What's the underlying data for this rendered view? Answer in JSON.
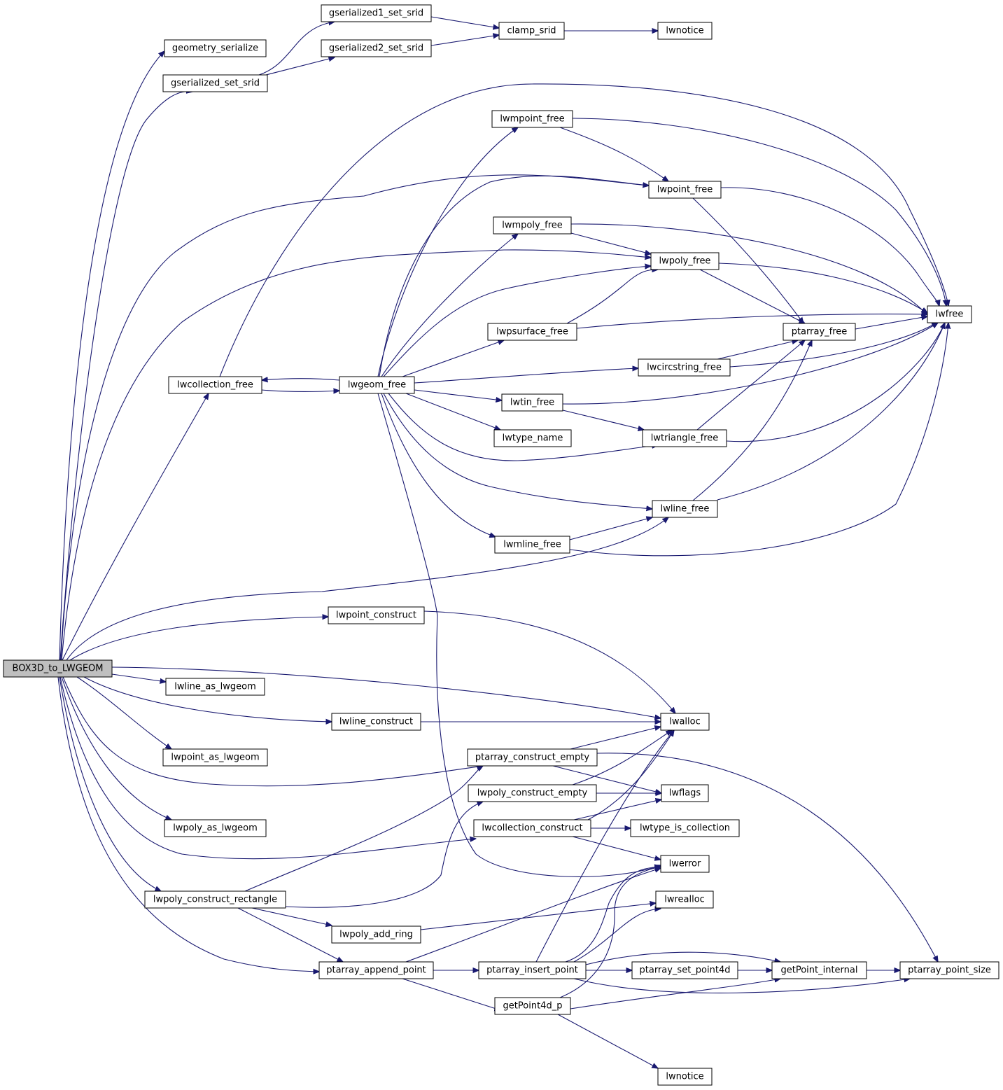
{
  "graph": {
    "root": "BOX3D_to_LWGEOM",
    "edge_color": "#191970",
    "root_fill": "#bfbfbf",
    "nodes": [
      {
        "id": "box3d",
        "label": "BOX3D_to_LWGEOM"
      },
      {
        "id": "geometry_serialize",
        "label": "geometry_serialize"
      },
      {
        "id": "gserialized_set_srid",
        "label": "gserialized_set_srid"
      },
      {
        "id": "gserialized1_set_srid",
        "label": "gserialized1_set_srid"
      },
      {
        "id": "gserialized2_set_srid",
        "label": "gserialized2_set_srid"
      },
      {
        "id": "clamp_srid",
        "label": "clamp_srid"
      },
      {
        "id": "lwnotice_top",
        "label": "lwnotice"
      },
      {
        "id": "lwmpoint_free",
        "label": "lwmpoint_free"
      },
      {
        "id": "lwpoint_free",
        "label": "lwpoint_free"
      },
      {
        "id": "lwmpoly_free",
        "label": "lwmpoly_free"
      },
      {
        "id": "lwpoly_free",
        "label": "lwpoly_free"
      },
      {
        "id": "lwfree",
        "label": "lwfree"
      },
      {
        "id": "lwpsurface_free",
        "label": "lwpsurface_free"
      },
      {
        "id": "ptarray_free",
        "label": "ptarray_free"
      },
      {
        "id": "lwcollection_free",
        "label": "lwcollection_free"
      },
      {
        "id": "lwgeom_free",
        "label": "lwgeom_free"
      },
      {
        "id": "lwcircstring_free",
        "label": "lwcircstring_free"
      },
      {
        "id": "lwtin_free",
        "label": "lwtin_free"
      },
      {
        "id": "lwtype_name",
        "label": "lwtype_name"
      },
      {
        "id": "lwtriangle_free",
        "label": "lwtriangle_free"
      },
      {
        "id": "lwline_free",
        "label": "lwline_free"
      },
      {
        "id": "lwmline_free",
        "label": "lwmline_free"
      },
      {
        "id": "lwpoint_construct",
        "label": "lwpoint_construct"
      },
      {
        "id": "lwline_as_lwgeom",
        "label": "lwline_as_lwgeom"
      },
      {
        "id": "lwline_construct",
        "label": "lwline_construct"
      },
      {
        "id": "lwalloc",
        "label": "lwalloc"
      },
      {
        "id": "lwpoint_as_lwgeom",
        "label": "lwpoint_as_lwgeom"
      },
      {
        "id": "ptarray_construct_empty",
        "label": "ptarray_construct_empty"
      },
      {
        "id": "lwpoly_construct_empty",
        "label": "lwpoly_construct_empty"
      },
      {
        "id": "lwflags",
        "label": "lwflags"
      },
      {
        "id": "lwpoly_as_lwgeom",
        "label": "lwpoly_as_lwgeom"
      },
      {
        "id": "lwcollection_construct",
        "label": "lwcollection_construct"
      },
      {
        "id": "lwtype_is_collection",
        "label": "lwtype_is_collection"
      },
      {
        "id": "lwerror",
        "label": "lwerror"
      },
      {
        "id": "lwpoly_construct_rectangle",
        "label": "lwpoly_construct_rectangle"
      },
      {
        "id": "lwrealloc",
        "label": "lwrealloc"
      },
      {
        "id": "lwpoly_add_ring",
        "label": "lwpoly_add_ring"
      },
      {
        "id": "ptarray_append_point",
        "label": "ptarray_append_point"
      },
      {
        "id": "ptarray_insert_point",
        "label": "ptarray_insert_point"
      },
      {
        "id": "ptarray_set_point4d",
        "label": "ptarray_set_point4d"
      },
      {
        "id": "getPoint_internal",
        "label": "getPoint_internal"
      },
      {
        "id": "ptarray_point_size",
        "label": "ptarray_point_size"
      },
      {
        "id": "getPoint4d_p",
        "label": "getPoint4d_p"
      },
      {
        "id": "lwnotice_bottom",
        "label": "lwnotice"
      }
    ],
    "edges": [
      {
        "from": "box3d",
        "to": "geometry_serialize"
      },
      {
        "from": "box3d",
        "to": "gserialized_set_srid"
      },
      {
        "from": "box3d",
        "to": "lwpoint_free"
      },
      {
        "from": "box3d",
        "to": "lwpoly_free"
      },
      {
        "from": "box3d",
        "to": "lwcollection_free"
      },
      {
        "from": "box3d",
        "to": "lwline_free"
      },
      {
        "from": "box3d",
        "to": "lwpoint_construct"
      },
      {
        "from": "box3d",
        "to": "lwalloc"
      },
      {
        "from": "box3d",
        "to": "lwline_as_lwgeom"
      },
      {
        "from": "box3d",
        "to": "lwline_construct"
      },
      {
        "from": "box3d",
        "to": "lwpoint_as_lwgeom"
      },
      {
        "from": "box3d",
        "to": "ptarray_construct_empty"
      },
      {
        "from": "box3d",
        "to": "lwpoly_as_lwgeom"
      },
      {
        "from": "box3d",
        "to": "lwcollection_construct"
      },
      {
        "from": "box3d",
        "to": "lwpoly_construct_rectangle"
      },
      {
        "from": "box3d",
        "to": "ptarray_append_point"
      },
      {
        "from": "gserialized_set_srid",
        "to": "gserialized1_set_srid"
      },
      {
        "from": "gserialized_set_srid",
        "to": "gserialized2_set_srid"
      },
      {
        "from": "gserialized1_set_srid",
        "to": "clamp_srid"
      },
      {
        "from": "gserialized2_set_srid",
        "to": "clamp_srid"
      },
      {
        "from": "clamp_srid",
        "to": "lwnotice_top"
      },
      {
        "from": "lwcollection_free",
        "to": "lwfree"
      },
      {
        "from": "lwcollection_free",
        "to": "lwgeom_free"
      },
      {
        "from": "lwgeom_free",
        "to": "lwcollection_free"
      },
      {
        "from": "lwgeom_free",
        "to": "lwmpoint_free"
      },
      {
        "from": "lwgeom_free",
        "to": "lwpoint_free"
      },
      {
        "from": "lwgeom_free",
        "to": "lwmpoly_free"
      },
      {
        "from": "lwgeom_free",
        "to": "lwpoly_free"
      },
      {
        "from": "lwgeom_free",
        "to": "lwpsurface_free"
      },
      {
        "from": "lwgeom_free",
        "to": "lwcircstring_free"
      },
      {
        "from": "lwgeom_free",
        "to": "lwtin_free"
      },
      {
        "from": "lwgeom_free",
        "to": "lwtype_name"
      },
      {
        "from": "lwgeom_free",
        "to": "lwtriangle_free"
      },
      {
        "from": "lwgeom_free",
        "to": "lwline_free"
      },
      {
        "from": "lwgeom_free",
        "to": "lwmline_free"
      },
      {
        "from": "lwgeom_free",
        "to": "lwerror"
      },
      {
        "from": "lwmpoint_free",
        "to": "lwpoint_free"
      },
      {
        "from": "lwmpoint_free",
        "to": "lwfree"
      },
      {
        "from": "lwpoint_free",
        "to": "lwfree"
      },
      {
        "from": "lwpoint_free",
        "to": "ptarray_free"
      },
      {
        "from": "lwmpoly_free",
        "to": "lwpoly_free"
      },
      {
        "from": "lwmpoly_free",
        "to": "lwfree"
      },
      {
        "from": "lwpoly_free",
        "to": "ptarray_free"
      },
      {
        "from": "lwpoly_free",
        "to": "lwfree"
      },
      {
        "from": "lwpsurface_free",
        "to": "lwpoly_free"
      },
      {
        "from": "lwpsurface_free",
        "to": "lwfree"
      },
      {
        "from": "ptarray_free",
        "to": "lwfree"
      },
      {
        "from": "lwcircstring_free",
        "to": "ptarray_free"
      },
      {
        "from": "lwcircstring_free",
        "to": "lwfree"
      },
      {
        "from": "lwtin_free",
        "to": "lwtriangle_free"
      },
      {
        "from": "lwtin_free",
        "to": "lwfree"
      },
      {
        "from": "lwtriangle_free",
        "to": "ptarray_free"
      },
      {
        "from": "lwtriangle_free",
        "to": "lwfree"
      },
      {
        "from": "lwline_free",
        "to": "ptarray_free"
      },
      {
        "from": "lwline_free",
        "to": "lwfree"
      },
      {
        "from": "lwmline_free",
        "to": "lwline_free"
      },
      {
        "from": "lwmline_free",
        "to": "lwfree"
      },
      {
        "from": "lwpoint_construct",
        "to": "lwalloc"
      },
      {
        "from": "lwline_construct",
        "to": "lwalloc"
      },
      {
        "from": "ptarray_construct_empty",
        "to": "lwalloc"
      },
      {
        "from": "ptarray_construct_empty",
        "to": "lwflags"
      },
      {
        "from": "ptarray_construct_empty",
        "to": "ptarray_point_size"
      },
      {
        "from": "lwpoly_construct_empty",
        "to": "lwalloc"
      },
      {
        "from": "lwpoly_construct_empty",
        "to": "lwflags"
      },
      {
        "from": "lwcollection_construct",
        "to": "lwalloc"
      },
      {
        "from": "lwcollection_construct",
        "to": "lwflags"
      },
      {
        "from": "lwcollection_construct",
        "to": "lwtype_is_collection"
      },
      {
        "from": "lwcollection_construct",
        "to": "lwerror"
      },
      {
        "from": "lwpoly_construct_rectangle",
        "to": "ptarray_construct_empty"
      },
      {
        "from": "lwpoly_construct_rectangle",
        "to": "lwpoly_construct_empty"
      },
      {
        "from": "lwpoly_construct_rectangle",
        "to": "lwpoly_add_ring"
      },
      {
        "from": "lwpoly_construct_rectangle",
        "to": "ptarray_append_point"
      },
      {
        "from": "lwpoly_add_ring",
        "to": "lwrealloc"
      },
      {
        "from": "ptarray_append_point",
        "to": "lwerror"
      },
      {
        "from": "ptarray_append_point",
        "to": "ptarray_insert_point"
      },
      {
        "from": "ptarray_append_point",
        "to": "getPoint4d_p"
      },
      {
        "from": "ptarray_insert_point",
        "to": "lwalloc"
      },
      {
        "from": "ptarray_insert_point",
        "to": "lwerror"
      },
      {
        "from": "ptarray_insert_point",
        "to": "lwrealloc"
      },
      {
        "from": "ptarray_insert_point",
        "to": "ptarray_set_point4d"
      },
      {
        "from": "ptarray_insert_point",
        "to": "getPoint_internal"
      },
      {
        "from": "ptarray_insert_point",
        "to": "ptarray_point_size"
      },
      {
        "from": "ptarray_set_point4d",
        "to": "getPoint_internal"
      },
      {
        "from": "getPoint_internal",
        "to": "ptarray_point_size"
      },
      {
        "from": "getPoint4d_p",
        "to": "lwerror"
      },
      {
        "from": "getPoint4d_p",
        "to": "getPoint_internal"
      },
      {
        "from": "getPoint4d_p",
        "to": "lwnotice_bottom"
      }
    ]
  }
}
